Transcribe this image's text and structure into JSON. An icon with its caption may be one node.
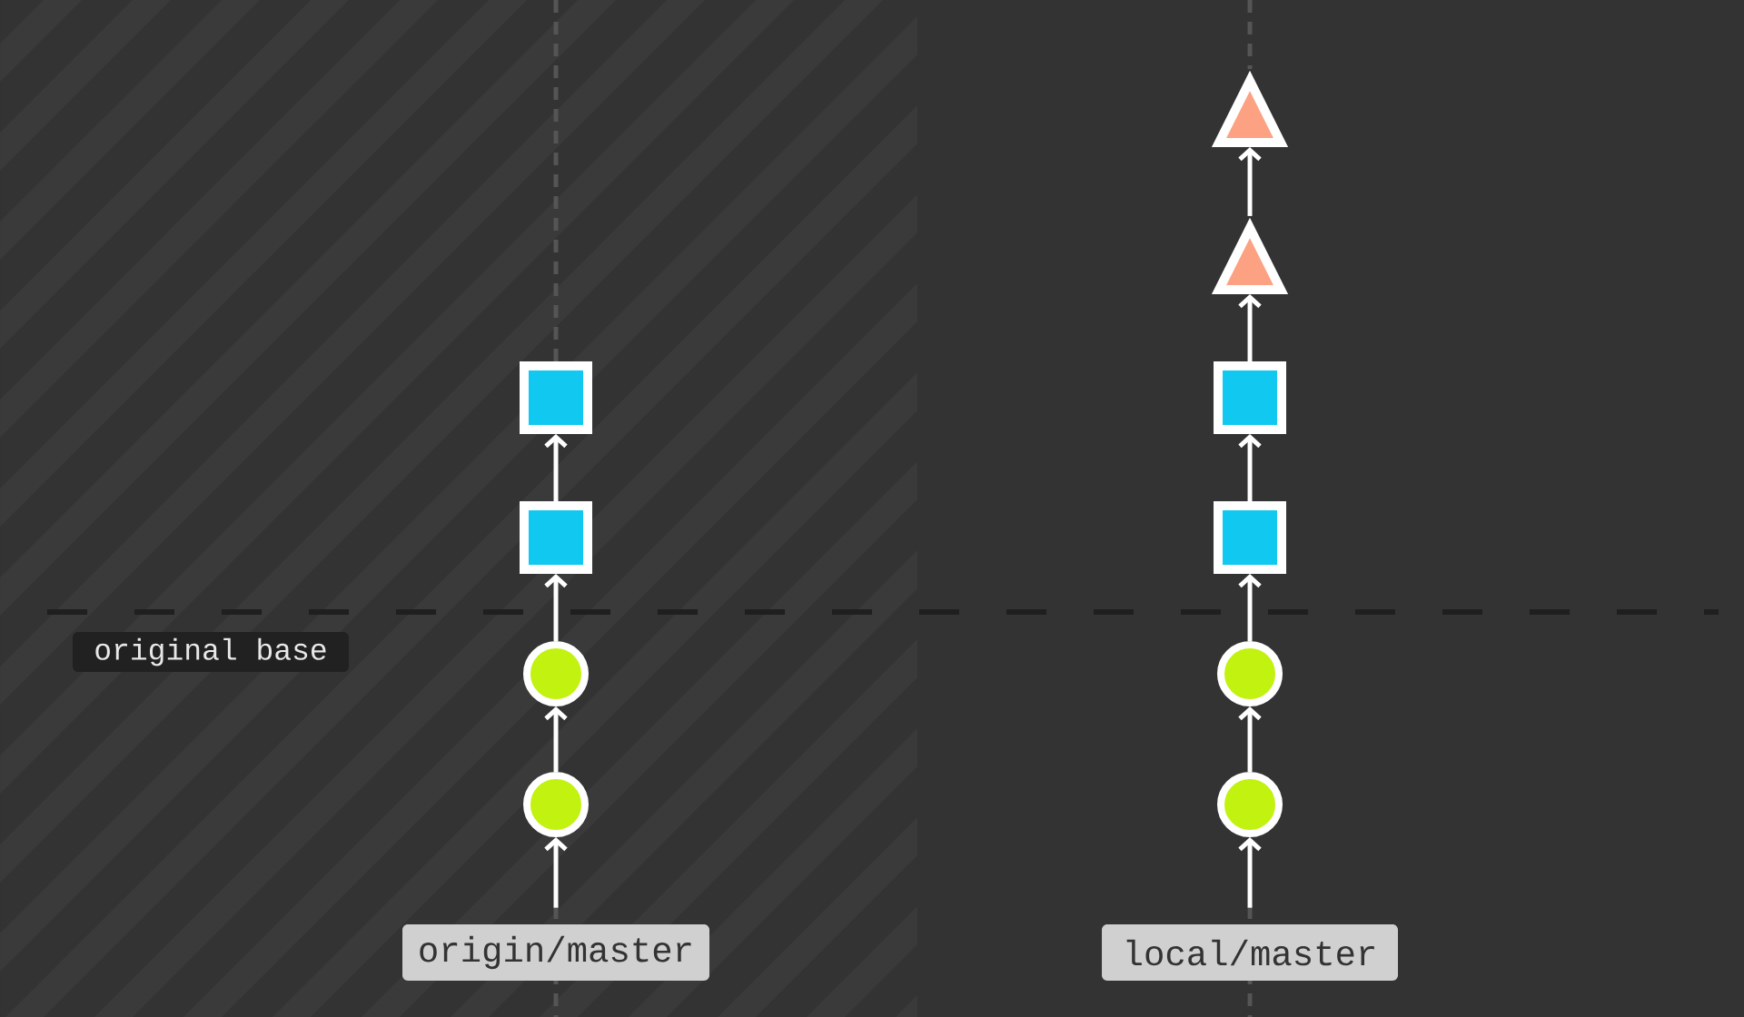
{
  "diagram": {
    "nodes": [
      {
        "text": [
          "original base"
        ]
      },
      {
        "text": [],
        "shape": "box"
      },
      {
        "text": [],
        "shape": "box"
      },
      {
        "text": [],
        "shape": "circle"
      },
      {
        "text": [],
        "shape": "circle"
      },
      {
        "text": [
          "origin/master"
        ]
      },
      {
        "text": [],
        "shape": "triangle"
      },
      {
        "text": [],
        "shape": "triangle"
      },
      {
        "text": [],
        "shape": "box"
      },
      {
        "text": [],
        "shape": "box"
      },
      {
        "text": [],
        "shape": "circle"
      },
      {
        "text": [],
        "shape": "circle"
      },
      {
        "text": [
          "local/master"
        ]
      }
    ],
    "edges": [
      {
        "from": 5,
        "to": 4,
        "arrow": "to"
      },
      {
        "from": 4,
        "to": 3,
        "arrow": "to"
      },
      {
        "from": 3,
        "to": 2,
        "arrow": "to"
      },
      {
        "from": 2,
        "to": 1,
        "arrow": "to"
      },
      {
        "from": 12,
        "to": 11,
        "arrow": "to"
      },
      {
        "from": 11,
        "to": 10,
        "arrow": "to"
      },
      {
        "from": 10,
        "to": 9,
        "arrow": "to"
      },
      {
        "from": 9,
        "to": 8,
        "arrow": "to"
      },
      {
        "from": 8,
        "to": 7,
        "arrow": "to"
      },
      {
        "from": 7,
        "to": 6,
        "arrow": "to"
      }
    ]
  }
}
